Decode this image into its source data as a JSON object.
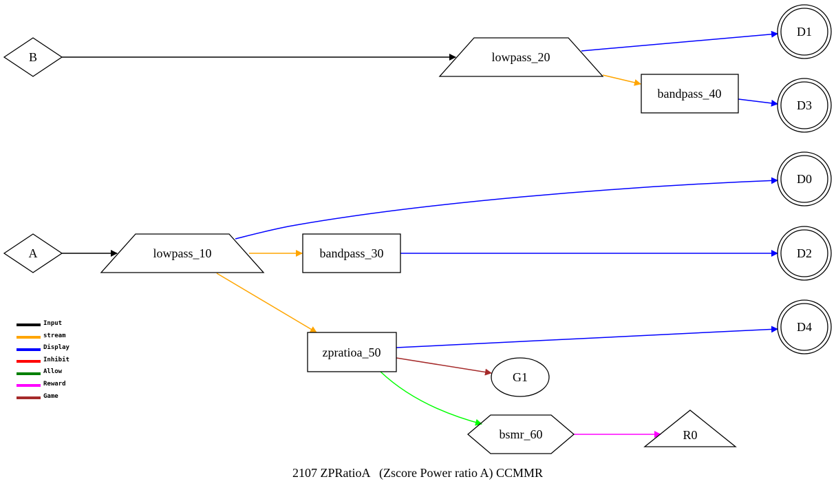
{
  "caption": "2107 ZPRatioA   (Zscore Power ratio A) CCMMR",
  "nodes": {
    "B": "B",
    "A": "A",
    "lowpass_20": "lowpass_20",
    "lowpass_10": "lowpass_10",
    "bandpass_40": "bandpass_40",
    "bandpass_30": "bandpass_30",
    "zpratioa_50": "zpratioa_50",
    "bsmr_60": "bsmr_60",
    "G1": "G1",
    "R0": "R0",
    "D0": "D0",
    "D1": "D1",
    "D2": "D2",
    "D3": "D3",
    "D4": "D4"
  },
  "legend": [
    {
      "label": "Input",
      "color": "#000000"
    },
    {
      "label": "stream",
      "color": "#FFA500"
    },
    {
      "label": "Display",
      "color": "#0000FF"
    },
    {
      "label": "Inhibit",
      "color": "#FF0000"
    },
    {
      "label": "Allow",
      "color": "#008000"
    },
    {
      "label": "Reward",
      "color": "#FF00FF"
    },
    {
      "label": "Game",
      "color": "#A52A2A"
    }
  ],
  "edge_colors": {
    "input": "#000000",
    "stream": "#FFA500",
    "display": "#0000FF",
    "allow": "#00FF00",
    "reward": "#FF00FF",
    "game": "#A52A2A"
  }
}
